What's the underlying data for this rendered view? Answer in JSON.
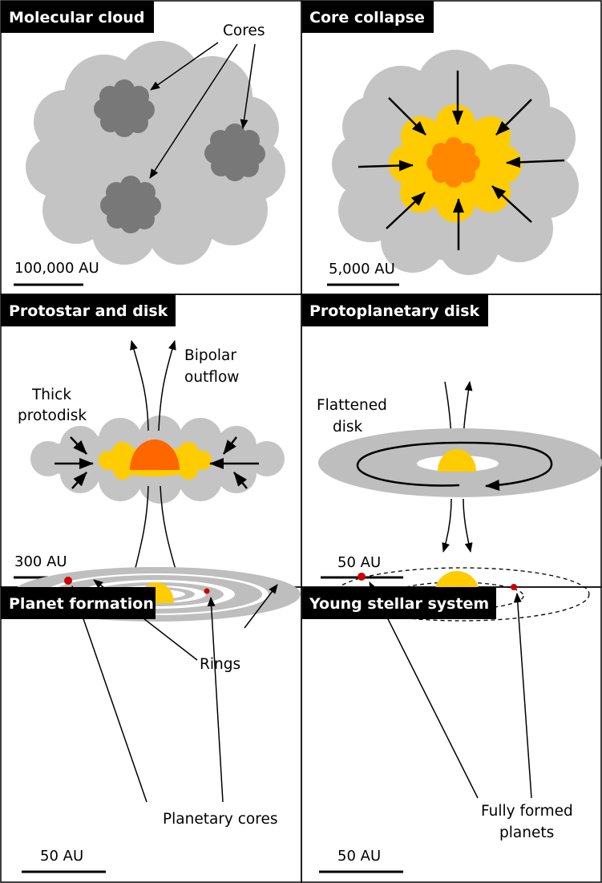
{
  "panels": {
    "molecular_cloud": {
      "title": "Molecular cloud",
      "labels": {
        "cores": "Cores"
      },
      "scale": "100,000 AU"
    },
    "core_collapse": {
      "title": "Core collapse",
      "scale": "5,000 AU"
    },
    "protostar_disk": {
      "title": "Protostar and disk",
      "labels": {
        "thick_line1": "Thick",
        "thick_line2": "protodisk",
        "bipolar_line1": "Bipolar",
        "bipolar_line2": "outflow"
      },
      "scale": "300 AU"
    },
    "protoplanetary_disk": {
      "title": "Protoplanetary disk",
      "labels": {
        "flattened_line1": "Flattened",
        "flattened_line2": "disk"
      },
      "scale": "50 AU"
    },
    "planet_formation": {
      "title": "Planet formation",
      "labels": {
        "rings": "Rings",
        "planetary_cores": "Planetary cores"
      },
      "scale": "50 AU"
    },
    "young_stellar_system": {
      "title": "Young stellar system",
      "labels": {
        "fully_line1": "Fully formed",
        "fully_line2": "planets"
      },
      "scale": "50 AU"
    }
  },
  "colors": {
    "cloud": "#c4c4c4",
    "disk_gray": "#bebebe",
    "core_gray": "#787878",
    "yellow": "#ffcc00",
    "orange": "#ff8800",
    "red_orange": "#ff6600",
    "planet_red": "#cc0000",
    "title_bg": "#000000"
  }
}
